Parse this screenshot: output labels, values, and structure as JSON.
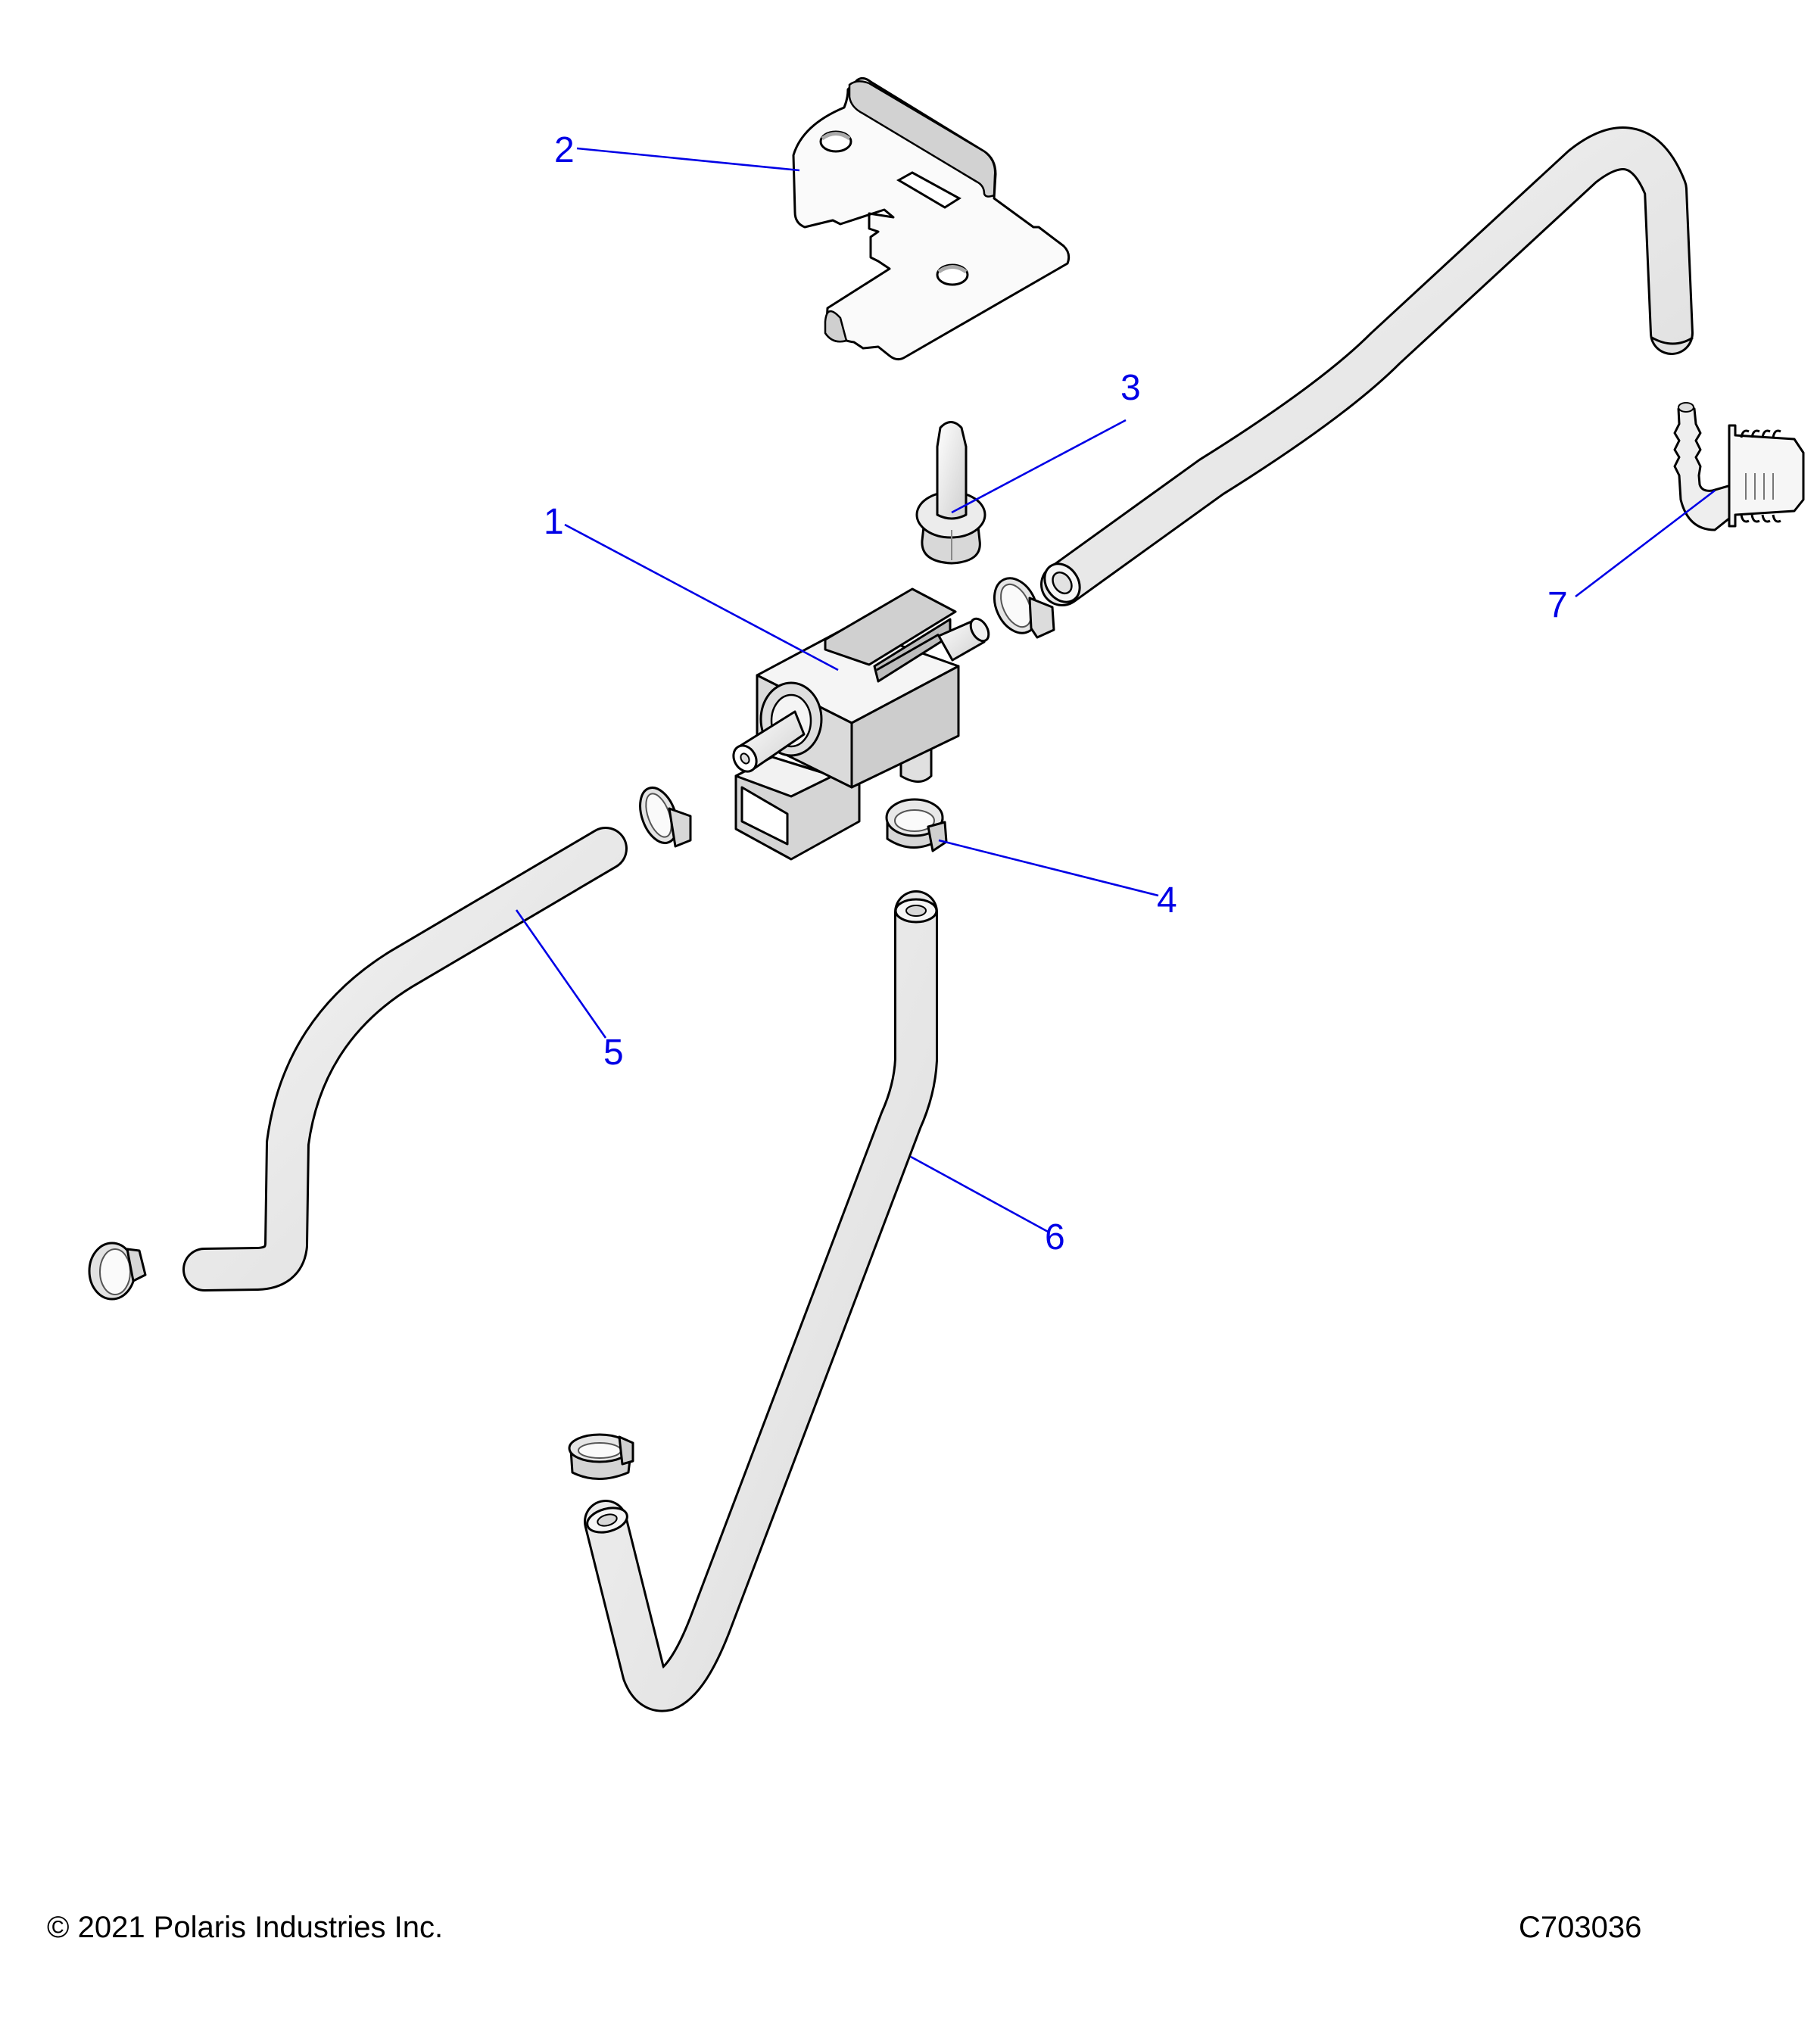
{
  "diagram": {
    "callouts": [
      {
        "number": "1",
        "part": "valve"
      },
      {
        "number": "2",
        "part": "bracket"
      },
      {
        "number": "3",
        "part": "bolt"
      },
      {
        "number": "4",
        "part": "hose-clamp"
      },
      {
        "number": "5",
        "part": "hose-left"
      },
      {
        "number": "6",
        "part": "hose-lower"
      },
      {
        "number": "7",
        "part": "elbow-fitting"
      }
    ],
    "colors": {
      "callout": "#0000e6",
      "part_fill": "#e8e8e8",
      "part_shade": "#c8c8c8",
      "outline": "#000000"
    }
  },
  "footer": {
    "copyright": "© 2021 Polaris Industries Inc.",
    "figure_id": "C703036"
  }
}
